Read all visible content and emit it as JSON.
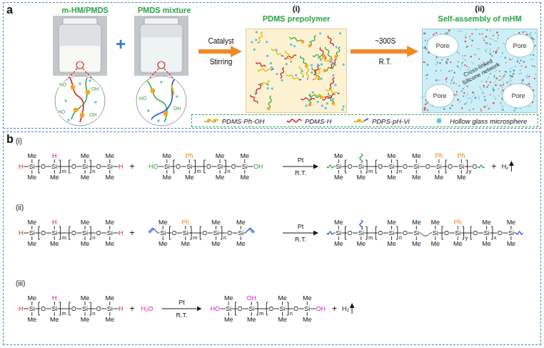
{
  "diagram": {
    "nodes": [
      {
        "text": [
          "a"
        ]
      },
      {
        "text": [
          "b"
        ]
      },
      {
        "text": [
          "m-HM/PMDS"
        ],
        "in": 0
      },
      {
        "text": [
          "PMDS mixture"
        ],
        "in": 0
      },
      {
        "text": [
          "(i)",
          "PDMS prepolymer"
        ],
        "in": 0
      },
      {
        "text": [
          "(ii)",
          "Self-assembly of mHM"
        ],
        "in": 0
      }
    ],
    "edges": [
      {
        "from": 3,
        "to": 4,
        "arrow": "to",
        "label": "Catalyst"
      },
      {
        "from": 4,
        "to": 5,
        "arrow": "to",
        "label": "~300S"
      }
    ],
    "labels": [
      "+",
      "HO",
      "HO",
      "OH",
      "OH",
      "HO",
      "OH",
      "Stirring",
      "R.T.",
      "Pore",
      "Pore",
      "Pore",
      "Pore",
      "Cross-linked Silicone network",
      "(i)",
      "H",
      "Si",
      "Me",
      "Me",
      "O",
      "Si",
      "H",
      "Me",
      "m",
      "O",
      "Si",
      "Me",
      "Me",
      "n",
      "O",
      "Si",
      "Me",
      "Me",
      "H",
      "+",
      "HO",
      "Si",
      "Me",
      "Me",
      "O",
      "Si",
      "Ph",
      "Me",
      "m",
      "O",
      "Si",
      "Me",
      "Me",
      "n",
      "O",
      "Si",
      "Me",
      "Me",
      "OH",
      "Pt",
      "R.T.",
      "Si",
      "Me",
      "Me",
      "O",
      "Si",
      "Me",
      "m",
      "O",
      "Si",
      "Me",
      "Me",
      "n",
      "O",
      "Si",
      "Me",
      "Me",
      "O",
      "Si",
      "Ph",
      "Me",
      "O",
      "Si",
      "Ph",
      "Me",
      "y",
      "O",
      "+",
      "H₂",
      "(ii)",
      "H",
      "Si",
      "Me",
      "Me",
      "O",
      "Si",
      "H",
      "Me",
      "m",
      "O",
      "Si",
      "Me",
      "Me",
      "n",
      "O",
      "Si",
      "Me",
      "Me",
      "H",
      "+",
      "Si",
      "Me",
      "Me",
      "O",
      "Si",
      "Ph",
      "Me",
      "m",
      "O",
      "Si",
      "Me",
      "Me",
      "n",
      "O",
      "Si",
      "Me",
      "Me",
      "Pt",
      "R.T.",
      "Si",
      "Me",
      "Me",
      "O",
      "Si",
      "Me",
      "m",
      "O",
      "Si",
      "Me",
      "Me",
      "n",
      "O",
      "Si",
      "Me",
      "Me",
      "Si",
      "Me",
      "Me",
      "O",
      "Si",
      "Ph",
      "Me",
      "y",
      "O",
      "Si",
      "Me",
      "Me",
      "x",
      "O",
      "Si",
      "Me",
      "Me",
      "(iii)",
      "H",
      "Si",
      "Me",
      "Me",
      "O",
      "Si",
      "H",
      "Me",
      "m",
      "O",
      "Si",
      "Me",
      "Me",
      "n",
      "O",
      "Si",
      "Me",
      "Me",
      "H",
      "+",
      "H₂O",
      "Pt",
      "R.T.",
      "HO",
      "Si",
      "Me",
      "Me",
      "O",
      "Si",
      "OH",
      "Me",
      "m",
      "O",
      "Si",
      "Me",
      "Me",
      "n",
      "O",
      "Si",
      "Me",
      "Me",
      "OH",
      "+",
      "H₂"
    ],
    "legend": [
      {
        "text": "PDMS-Ph-OH"
      },
      {
        "text": "PDMS-H"
      },
      {
        "text": "PDPS-pH-Vi"
      },
      {
        "text": "Hollow glass microsphere"
      }
    ]
  }
}
